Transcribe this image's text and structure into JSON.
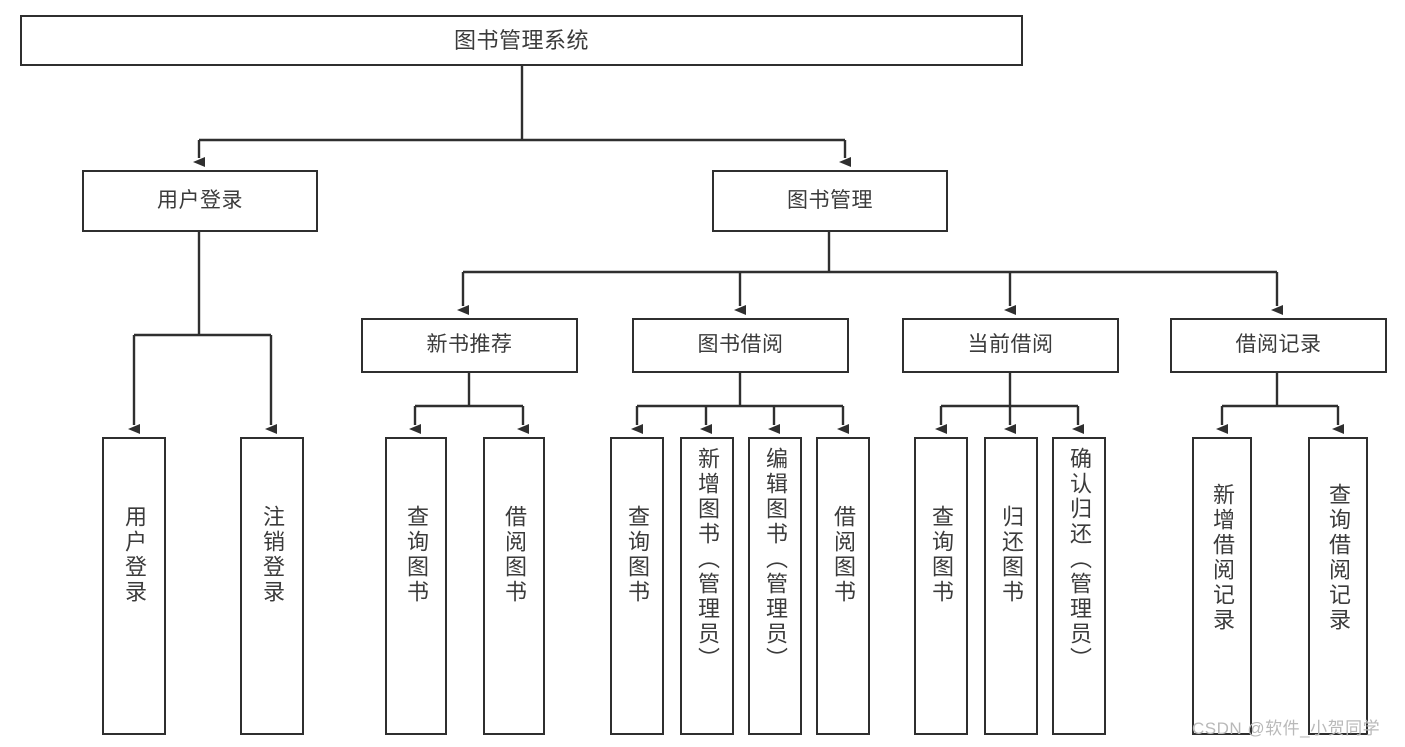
{
  "diagram": {
    "title": "图书管理系统",
    "type": "tree-hierarchy",
    "colors": {
      "box_border": "#2f2f2f",
      "box_fill": "#ffffff",
      "text": "#3b3b3b",
      "edge": "#2f2f2f",
      "watermark": "#b9b9b9",
      "background": "#ffffff"
    },
    "root": {
      "label": "图书管理系统"
    },
    "level2": [
      {
        "id": "user-login",
        "label": "用户登录"
      },
      {
        "id": "book-manage",
        "label": "图书管理"
      }
    ],
    "level3": [
      {
        "id": "new-book-recommend",
        "label": "新书推荐",
        "parent": "book-manage"
      },
      {
        "id": "book-borrow",
        "label": "图书借阅",
        "parent": "book-manage"
      },
      {
        "id": "current-borrow",
        "label": "当前借阅",
        "parent": "book-manage"
      },
      {
        "id": "borrow-record",
        "label": "借阅记录",
        "parent": "book-manage"
      }
    ],
    "leaves": [
      {
        "id": "leaf-user-login",
        "label": "用户登录",
        "parent": "user-login"
      },
      {
        "id": "leaf-user-logout",
        "label": "注销登录",
        "parent": "user-login"
      },
      {
        "id": "leaf-query-book-1",
        "label": "查询图书",
        "parent": "new-book-recommend"
      },
      {
        "id": "leaf-borrow-book-1",
        "label": "借阅图书",
        "parent": "new-book-recommend"
      },
      {
        "id": "leaf-query-book-2",
        "label": "查询图书",
        "parent": "book-borrow"
      },
      {
        "id": "leaf-add-book",
        "label": "新增图书（管理员）",
        "parent": "book-borrow"
      },
      {
        "id": "leaf-edit-book",
        "label": "编辑图书（管理员）",
        "parent": "book-borrow"
      },
      {
        "id": "leaf-borrow-book-2",
        "label": "借阅图书",
        "parent": "book-borrow"
      },
      {
        "id": "leaf-query-book-3",
        "label": "查询图书",
        "parent": "current-borrow"
      },
      {
        "id": "leaf-return-book",
        "label": "归还图书",
        "parent": "current-borrow"
      },
      {
        "id": "leaf-confirm-return",
        "label": "确认归还（管理员）",
        "parent": "current-borrow"
      },
      {
        "id": "leaf-add-record",
        "label": "新增借阅记录",
        "parent": "borrow-record"
      },
      {
        "id": "leaf-query-record",
        "label": "查询借阅记录",
        "parent": "borrow-record"
      }
    ],
    "watermark": "CSDN @软件_小贺同学"
  }
}
